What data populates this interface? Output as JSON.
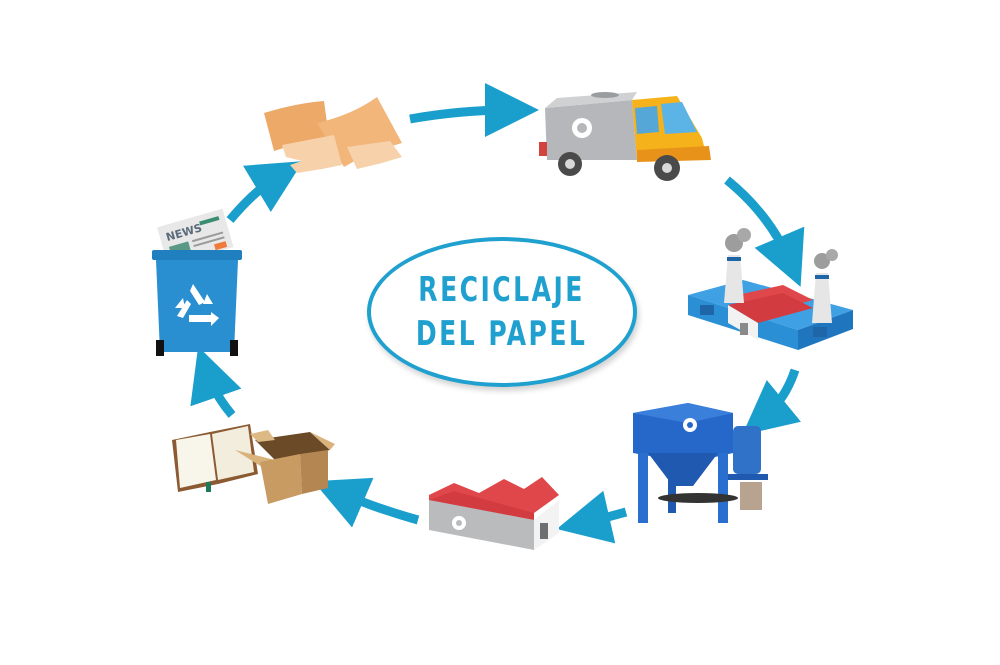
{
  "diagram": {
    "type": "cycle",
    "title_lines": [
      "RECICLAJE",
      "DEL PAPEL"
    ],
    "colors": {
      "accent": "#1fa0cf",
      "arrow": "#1a9fcc",
      "bin_blue": "#2a8fd0",
      "truck_yellow": "#f6b21a",
      "truck_gray": "#b5b7ba",
      "factory_blue": "#2b8fd6",
      "roof_red": "#e0474a",
      "machine_blue": "#2568c9",
      "paper_orange": "#f2b57a",
      "cardboard": "#c89b63",
      "background": "#ffffff"
    },
    "steps": [
      {
        "id": "waste-paper",
        "icon": "scrap-paper-icon",
        "order": 1
      },
      {
        "id": "collection-truck",
        "icon": "recycling-truck-icon",
        "order": 2
      },
      {
        "id": "recycling-plant",
        "icon": "factory-icon",
        "order": 3
      },
      {
        "id": "pulping-machine",
        "icon": "pulper-machine-icon",
        "order": 4
      },
      {
        "id": "paper-mill",
        "icon": "warehouse-icon",
        "order": 5
      },
      {
        "id": "new-products",
        "icon": "book-and-box-icon",
        "order": 6
      },
      {
        "id": "recycling-bin",
        "icon": "recycle-bin-icon",
        "order": 7
      }
    ],
    "bin_label": "NEWS"
  }
}
